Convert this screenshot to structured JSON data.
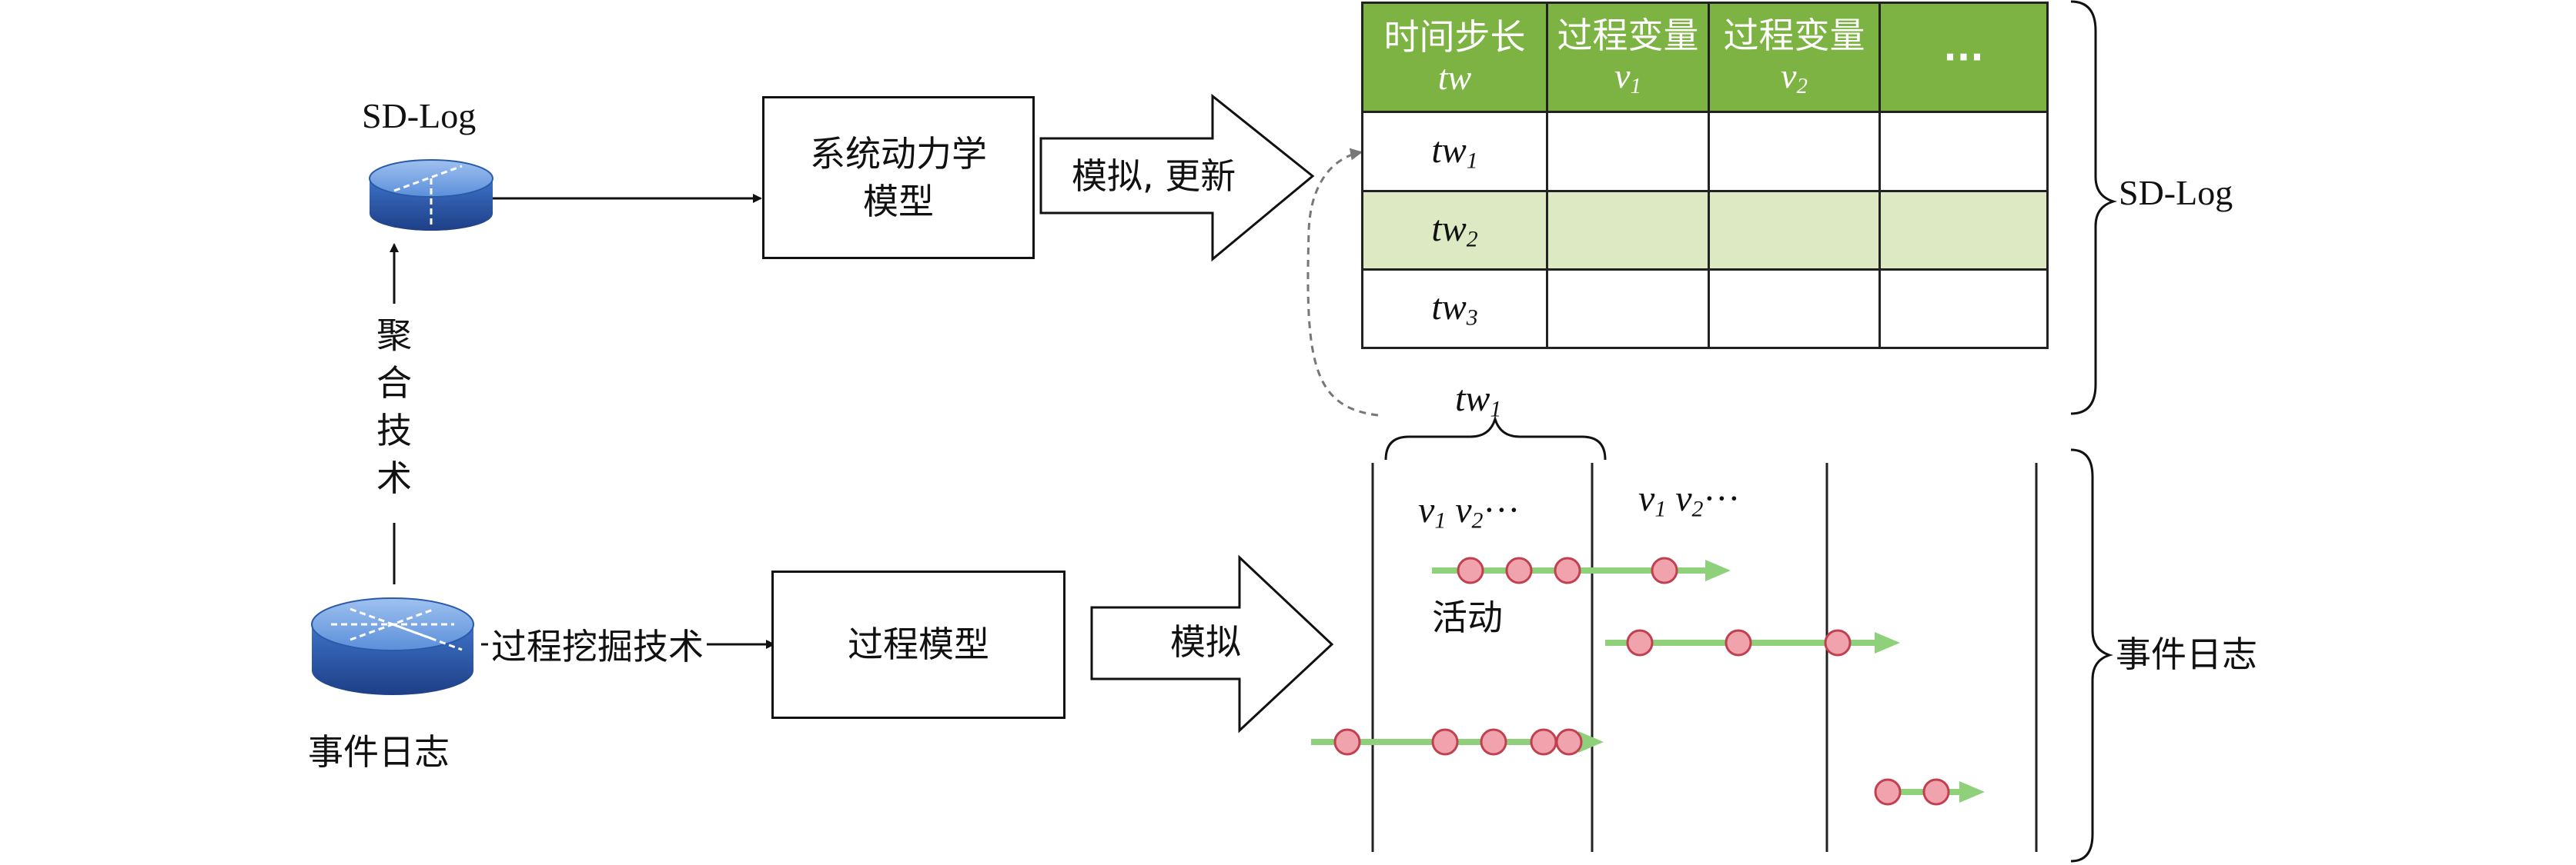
{
  "sd_log_db_label": "SD-Log",
  "event_log_db_label": "事件日志",
  "aggregation_label": [
    "聚",
    "合",
    "技",
    "术"
  ],
  "process_mining_label": "过程挖掘技术",
  "sd_model_box": "系统动力学\n模型",
  "process_model_box": "过程模型",
  "simulate_update_arrow": "模拟, 更新",
  "simulate_arrow": "模拟",
  "table": {
    "headers": [
      {
        "title": "时间步长",
        "sub": "tw"
      },
      {
        "title": "过程变量",
        "sub": "v",
        "sub_index": "1"
      },
      {
        "title": "过程变量",
        "sub": "v",
        "sub_index": "2"
      },
      {
        "title": "···",
        "sub": ""
      }
    ],
    "rows": [
      {
        "label": "tw",
        "index": "1",
        "highlighted": false
      },
      {
        "label": "tw",
        "index": "2",
        "highlighted": true
      },
      {
        "label": "tw",
        "index": "3",
        "highlighted": false
      }
    ]
  },
  "brace_table_label": "SD-Log",
  "brace_event_label": "事件日志",
  "window_brace_label": {
    "text": "tw",
    "index": "1"
  },
  "window_vars_1": {
    "v1": "v",
    "i1": "1",
    "v2": "v",
    "i2": "2",
    "dots": "···"
  },
  "window_vars_2": {
    "v1": "v",
    "i1": "1",
    "v2": "v",
    "i2": "2",
    "dots": "···"
  },
  "activity_label": "活动",
  "colors": {
    "header_green": "#7cb342",
    "row_highlight": "#dde9c3",
    "trace_green": "#8fd17a",
    "event_dot": "#f0a3ad",
    "event_dot_stroke": "#c0404f",
    "db_blue": "#2f63b8"
  }
}
